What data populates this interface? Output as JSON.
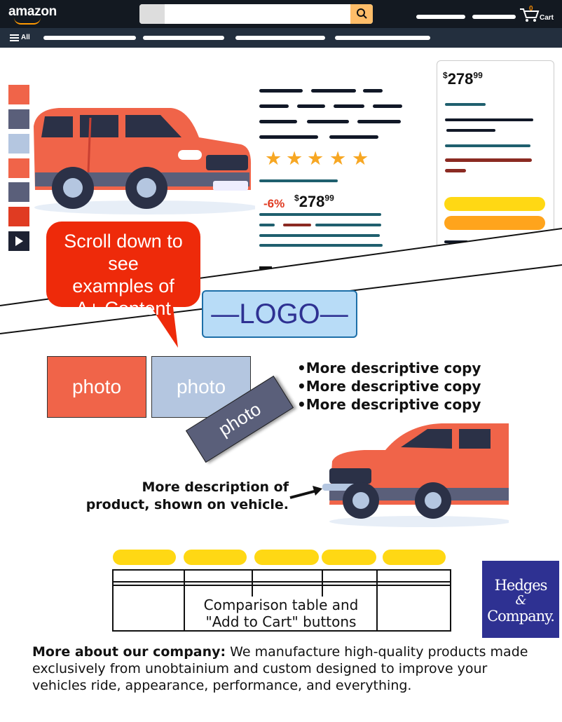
{
  "header": {
    "logo": "amazon",
    "cart_count": "0",
    "cart_label": "Cart",
    "all_label": "All"
  },
  "product": {
    "discount": "-6%",
    "price_dollars": "278",
    "price_cents": "99",
    "rating_stars": 5
  },
  "buybox": {
    "price_dollars": "278",
    "price_cents": "99"
  },
  "callout": {
    "line1": "Scroll down to see",
    "line2": "examples of",
    "line3": "A+ Content"
  },
  "aplus": {
    "logo": "—LOGO—",
    "photos": [
      "photo",
      "photo",
      "photo"
    ],
    "bullets": [
      "•More descriptive copy",
      "•More descriptive copy",
      "•More descriptive copy"
    ],
    "vehicle_caption_line1": "More description of",
    "vehicle_caption_line2": "product, shown on vehicle.",
    "comparison_line1": "Comparison table and",
    "comparison_line2": "\"Add to Cart\" buttons",
    "company_logo_line1": "Hedges",
    "company_logo_amp": "&",
    "company_logo_line2": "Company."
  },
  "footer": {
    "lead": "More about our company:",
    "body": " We manufacture high-quality products made exclusively from unobtainium and custom designed to improve your vehicles ride, appearance, performance, and everything."
  },
  "colors": {
    "header_bg": "#131921",
    "nav_bg": "#232f3e",
    "accent_orange": "#febd69",
    "callout_red": "#ee2a0a",
    "truck_red": "#f06449",
    "logo_blue": "#2e3192"
  }
}
